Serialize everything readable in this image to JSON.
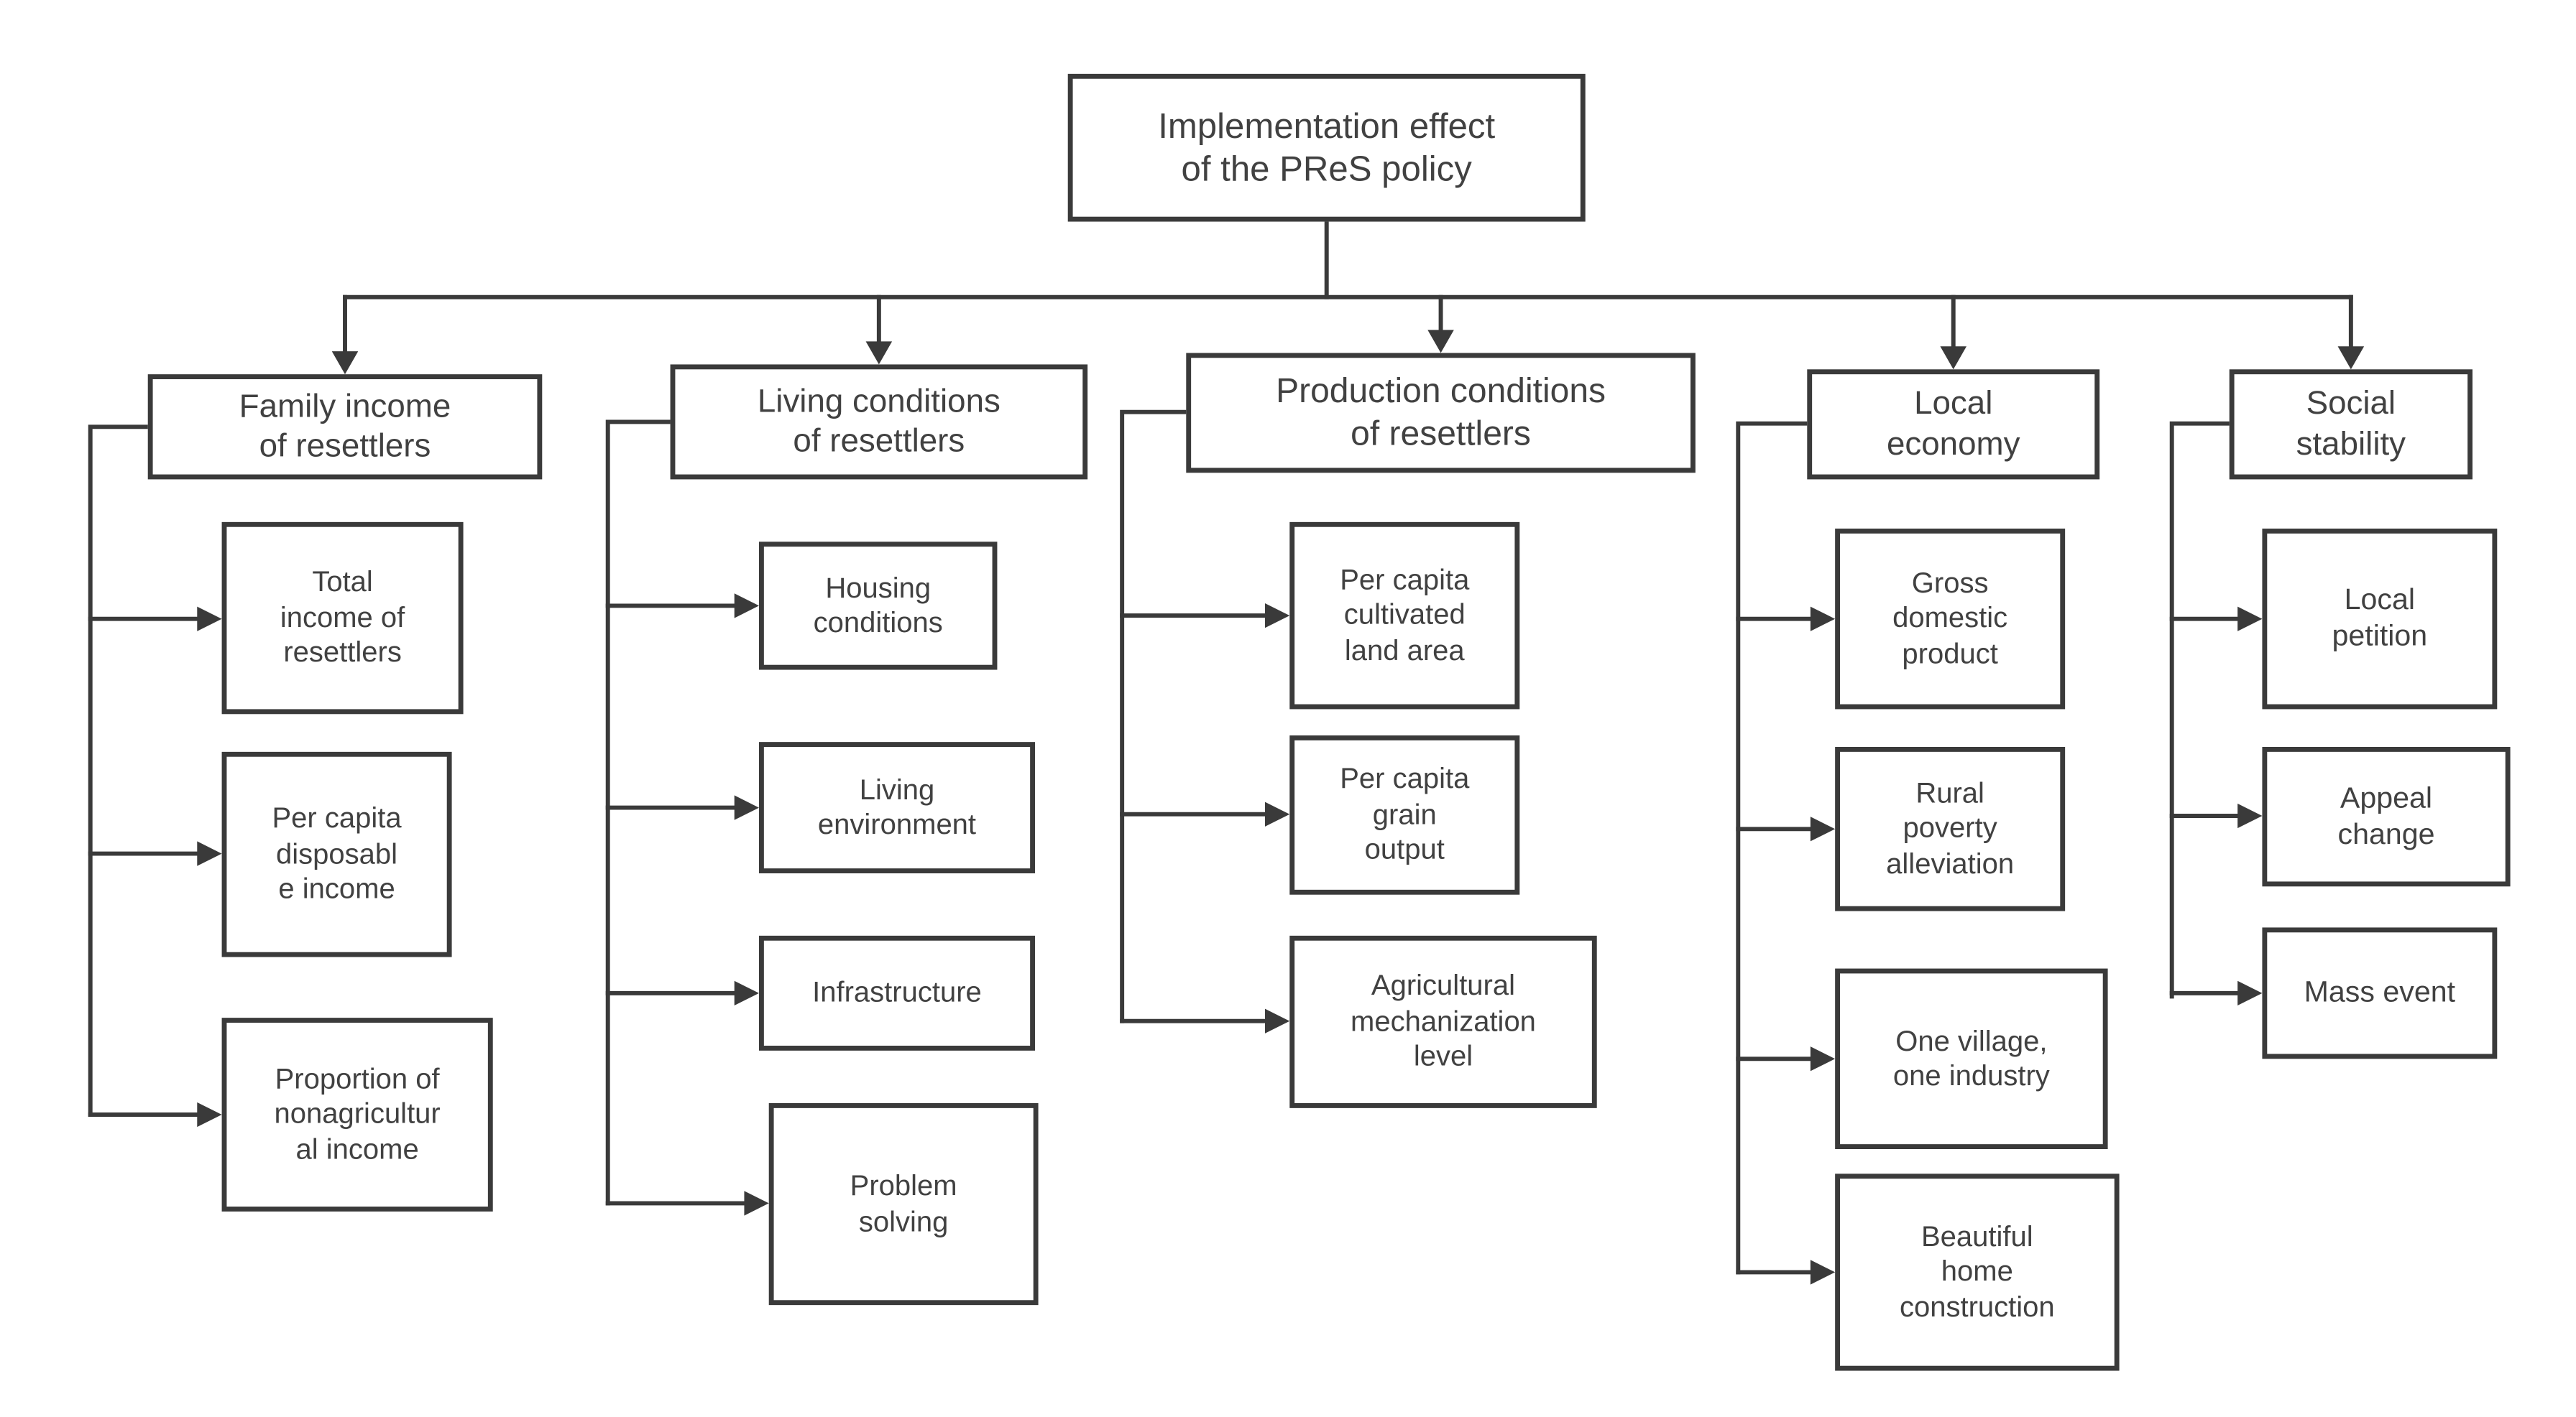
{
  "diagram": {
    "type": "flowchart-tree",
    "colors": {
      "line": "#3a3a3a",
      "border": "#3a3a3a",
      "text": "#414141",
      "box_background": "#ffffff",
      "page_background": "#ffffff"
    },
    "root": {
      "label": "Implementation effect\nof the PReS policy"
    },
    "branches": [
      {
        "label": "Family income\nof resettlers",
        "children": [
          {
            "label": "Total\nincome of\nresettlers"
          },
          {
            "label": "Per capita\ndisposabl\ne income"
          },
          {
            "label": "Proportion of\nnonagricultur\nal income"
          }
        ]
      },
      {
        "label": "Living conditions\nof resettlers",
        "children": [
          {
            "label": "Housing\nconditions"
          },
          {
            "label": "Living\nenvironment"
          },
          {
            "label": "Infrastructure"
          },
          {
            "label": "Problem\nsolving"
          }
        ]
      },
      {
        "label": "Production conditions\nof resettlers",
        "children": [
          {
            "label": "Per capita\ncultivated\nland area"
          },
          {
            "label": "Per capita\ngrain\noutput"
          },
          {
            "label": "Agricultural\nmechanization\nlevel"
          }
        ]
      },
      {
        "label": "Local\neconomy",
        "children": [
          {
            "label": "Gross\ndomestic\nproduct"
          },
          {
            "label": "Rural\npoverty\nalleviation"
          },
          {
            "label": "One village,\none industry"
          },
          {
            "label": "Beautiful\nhome\nconstruction"
          }
        ]
      },
      {
        "label": "Social\nstability",
        "children": [
          {
            "label": "Local\npetition"
          },
          {
            "label": "Appeal\nchange"
          },
          {
            "label": "Mass event"
          }
        ]
      }
    ]
  }
}
